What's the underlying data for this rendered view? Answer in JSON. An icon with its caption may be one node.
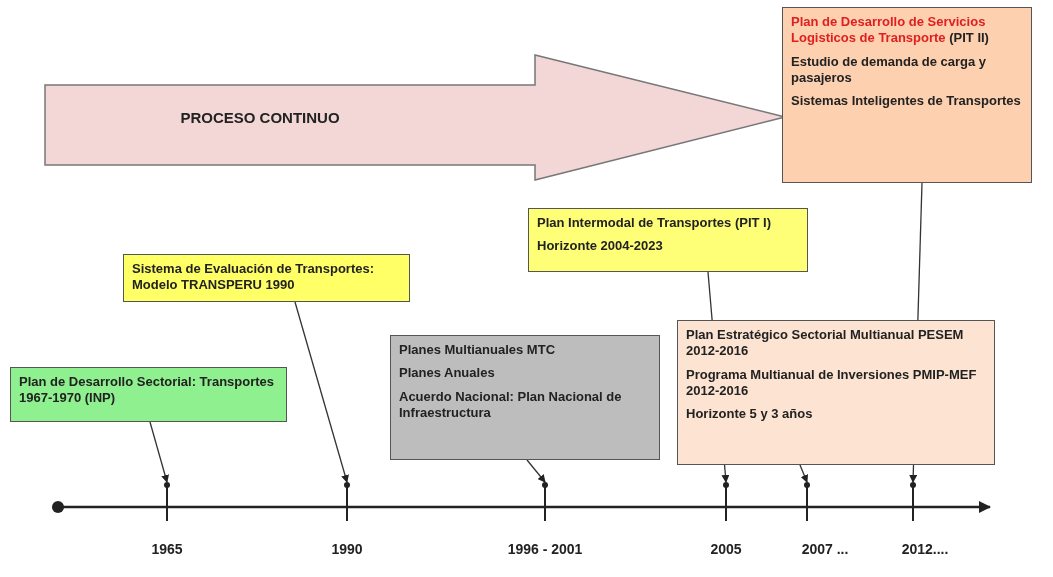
{
  "diagram": {
    "nodes": [
      {
        "text": [
          "PROCESO CONTINUO"
        ]
      },
      {
        "text": [
          "Plan de  Desarrollo de Servicios Logisticos de Transporte",
          "(PIT II)",
          "Estudio de demanda de carga y pasajeros",
          "Sistemas Inteligentes de Transportes"
        ]
      },
      {
        "text": [
          "Plan de Desarrollo Sectorial: Transportes 1967-1970 (INP)"
        ]
      },
      {
        "text": [
          "Sistema de Evaluación de Transportes: Modelo TRANSPERU 1990"
        ]
      },
      {
        "text": [
          "Plan Intermodal de Transportes (PIT I)",
          "Horizonte 2004-2023"
        ]
      },
      {
        "text": [
          "Planes Multianuales  MTC",
          "Planes Anuales",
          "Acuerdo Nacional: Plan Nacional de Infraestructura"
        ]
      },
      {
        "text": [
          "Plan Estratégico Sectorial Multianual PESEM 2012-2016",
          "Programa Multianual de Inversiones PMIP-MEF 2012-2016",
          "Horizonte  5 y 3 años"
        ]
      },
      {
        "text": [],
        "shape": "circle"
      },
      {
        "text": [],
        "shape": "circle"
      },
      {
        "text": [],
        "shape": "circle"
      },
      {
        "text": [],
        "shape": "circle"
      },
      {
        "text": [],
        "shape": "circle"
      },
      {
        "text": [],
        "shape": "circle"
      }
    ],
    "edges": [
      {
        "from": 2,
        "to": 7,
        "arrow": "to"
      },
      {
        "from": 3,
        "to": 8,
        "arrow": "to"
      },
      {
        "from": 5,
        "to": 9,
        "arrow": "to"
      },
      {
        "from": 4,
        "to": 10,
        "arrow": "to"
      },
      {
        "from": 6,
        "to": 11,
        "arrow": "to"
      },
      {
        "from": 1,
        "to": 12,
        "arrow": "to"
      }
    ],
    "labels": [
      "1965",
      "1990",
      "1996 - 2001",
      "2005",
      "2007 ...",
      "2012...."
    ]
  }
}
